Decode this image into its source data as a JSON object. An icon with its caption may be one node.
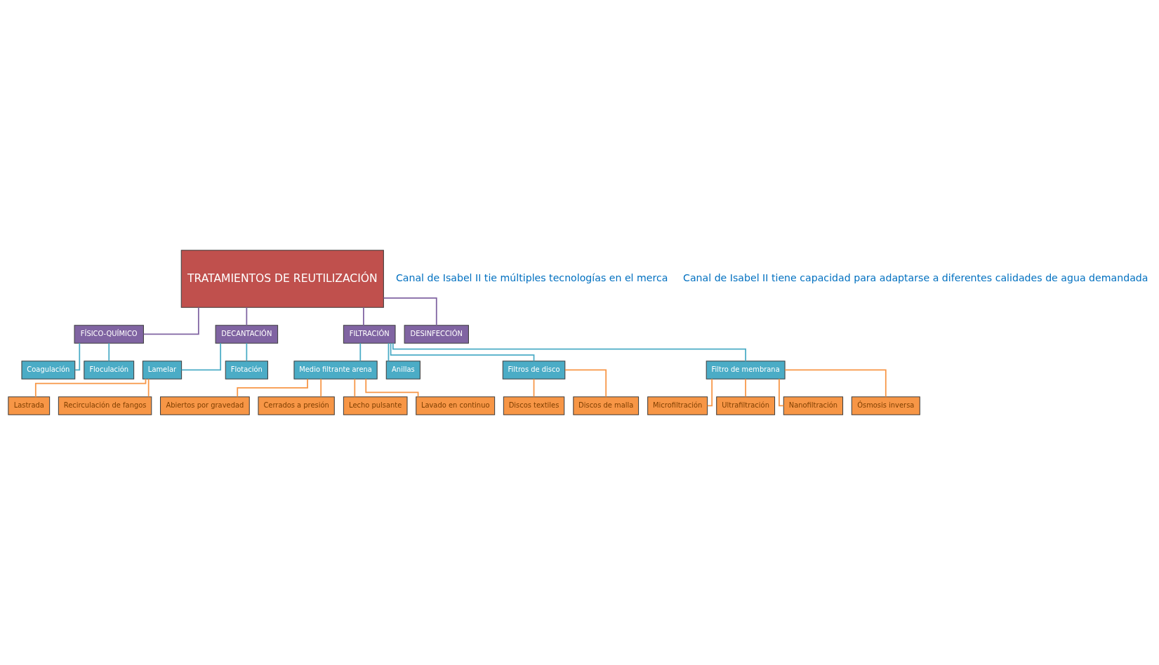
{
  "diagram": {
    "nodes": [
      {
        "text": [
          "TRATAMIENTOS DE REUTILIZACIÓN"
        ]
      },
      {
        "text": [
          "FÍSICO-QUÍMICO"
        ]
      },
      {
        "text": [
          "DECANTACIÓN"
        ]
      },
      {
        "text": [
          "FILTRACIÓN"
        ]
      },
      {
        "text": [
          "DESINFECCIÓN"
        ]
      },
      {
        "text": [
          "Coagulación"
        ]
      },
      {
        "text": [
          "Floculación"
        ]
      },
      {
        "text": [
          "Lamelar"
        ]
      },
      {
        "text": [
          "Flotación"
        ]
      },
      {
        "text": [
          "Medio filtrante arena"
        ]
      },
      {
        "text": [
          "Anillas"
        ]
      },
      {
        "text": [
          "Filtros de disco"
        ]
      },
      {
        "text": [
          "Filtro de membrana"
        ]
      },
      {
        "text": [
          "Lastrada"
        ]
      },
      {
        "text": [
          "Recirculación de fangos"
        ]
      },
      {
        "text": [
          "Abiertos por gravedad"
        ]
      },
      {
        "text": [
          "Cerrados a presión"
        ]
      },
      {
        "text": [
          "Lecho pulsante"
        ]
      },
      {
        "text": [
          "Lavado en continuo"
        ]
      },
      {
        "text": [
          "Discos textiles"
        ]
      },
      {
        "text": [
          "Discos de malla"
        ]
      },
      {
        "text": [
          "Microfiltración"
        ]
      },
      {
        "text": [
          "Ultrafiltración"
        ]
      },
      {
        "text": [
          "Nanofiltración"
        ]
      },
      {
        "text": [
          "Ósmosis inversa"
        ]
      }
    ],
    "edges": [
      {
        "from": 0,
        "to": 1,
        "arrow": "none",
        "color": "#8064a2"
      },
      {
        "from": 0,
        "to": 2,
        "arrow": "none",
        "color": "#8064a2"
      },
      {
        "from": 0,
        "to": 3,
        "arrow": "none",
        "color": "#8064a2"
      },
      {
        "from": 0,
        "to": 4,
        "arrow": "none",
        "color": "#8064a2"
      },
      {
        "from": 1,
        "to": 5,
        "arrow": "none",
        "color": "#4bacc6"
      },
      {
        "from": 1,
        "to": 6,
        "arrow": "none",
        "color": "#4bacc6"
      },
      {
        "from": 2,
        "to": 7,
        "arrow": "none",
        "color": "#4bacc6"
      },
      {
        "from": 2,
        "to": 8,
        "arrow": "none",
        "color": "#4bacc6"
      },
      {
        "from": 3,
        "to": 9,
        "arrow": "none",
        "color": "#4bacc6"
      },
      {
        "from": 3,
        "to": 10,
        "arrow": "none",
        "color": "#4bacc6"
      },
      {
        "from": 3,
        "to": 11,
        "arrow": "none",
        "color": "#4bacc6"
      },
      {
        "from": 3,
        "to": 12,
        "arrow": "none",
        "color": "#4bacc6"
      },
      {
        "from": 7,
        "to": 13,
        "arrow": "none"
      },
      {
        "from": 7,
        "to": 14,
        "arrow": "none"
      },
      {
        "from": 9,
        "to": 15,
        "arrow": "none"
      },
      {
        "from": 9,
        "to": 16,
        "arrow": "none"
      },
      {
        "from": 9,
        "to": 17,
        "arrow": "none"
      },
      {
        "from": 9,
        "to": 18,
        "arrow": "none"
      },
      {
        "from": 11,
        "to": 19,
        "arrow": "none"
      },
      {
        "from": 11,
        "to": 20,
        "arrow": "none"
      },
      {
        "from": 12,
        "to": 21,
        "arrow": "none"
      },
      {
        "from": 12,
        "to": 22,
        "arrow": "none"
      },
      {
        "from": 12,
        "to": 23,
        "arrow": "none"
      },
      {
        "from": 12,
        "to": 24,
        "arrow": "none"
      }
    ],
    "labels": [
      "Canal de Isabel II tie múltiples tecnologías en el merca",
      "Canal de Isabel II tiene capacidad para adaptarse a diferentes calidades de agua demandada"
    ]
  }
}
